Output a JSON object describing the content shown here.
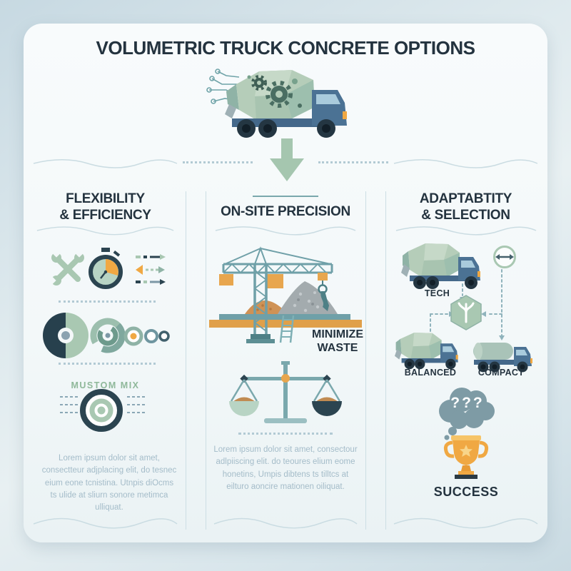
{
  "title": "VOLUMETRIC TRUCK CONCRETE OPTIONS",
  "sections": {
    "flexibility": {
      "header": "FLEXIBILITY\n& EFFICIENCY",
      "custom_mix_label": "MUSTOM MIX",
      "paragraph": "Lorem ipsum dolor sit amet, consectteur adjplacing elit, do tesnec eium eone tcnistina. Utnpis diOcms ts ulide at sliurn sonore metimca ulliquat."
    },
    "precision": {
      "header": "ON-SITE PRECISION",
      "minimize_waste_label": "MINIMIZE\nWASTE",
      "paragraph": "Lorem ipsum dolor sit amet, consectour adlpiiscing elit. do teoures elium eome honetins, Umpis dibtens ts tilltcs at eilturo aoncire mationen oiliquat."
    },
    "adaptability": {
      "header": "ADAPTABTITY\n& SELECTION",
      "tech_label": "TECH",
      "balanced_label": "BALANCED",
      "compact_label": "COMPACT",
      "question_marks": "???",
      "success_label": "SUCCESS"
    }
  },
  "colors": {
    "accent_green": "#a9c8b2",
    "dark_navy": "#27404d",
    "teal": "#6fa0a8",
    "orange": "#f0a843",
    "cab_blue": "#4b7294",
    "gold": "#f0a843",
    "heading_text": "#24333f",
    "muted_text": "#a4bcc9"
  }
}
